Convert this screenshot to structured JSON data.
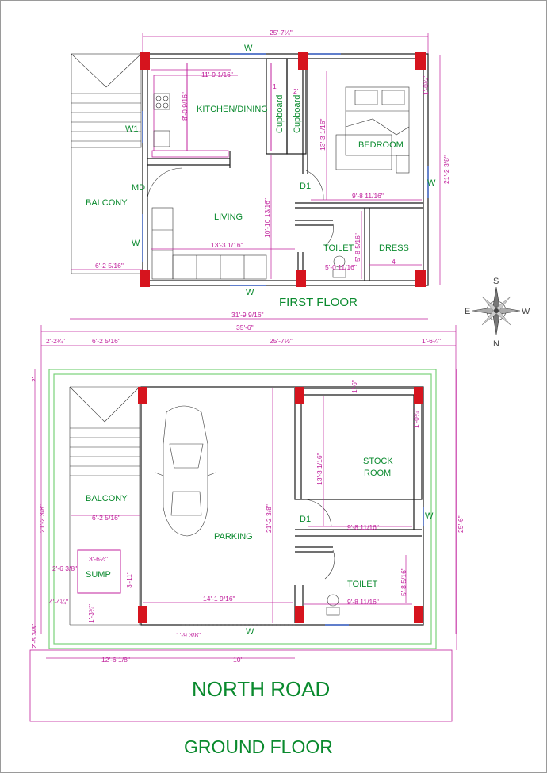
{
  "first_floor": {
    "title": "FIRST FLOOR",
    "rooms": {
      "kitchen": "KITCHEN/DINING",
      "cupboard_1": "Cupboard",
      "cupboard_2": "Cupboard",
      "bedroom": "BEDROOM",
      "balcony": "BALCONY",
      "living": "LIVING",
      "toilet": "TOILET",
      "dress": "DRESS"
    },
    "tags": {
      "w_top": "W",
      "w1": "W1",
      "md": "MD",
      "d1": "D1",
      "w_right": "W",
      "w_left": "W",
      "w_bottom": "W"
    },
    "dims": {
      "overall_width": "25'-7¼\"",
      "kitchen_width": "11'-9 1/16\"",
      "kitchen_depth": "8'-0 9/16\"",
      "one_ft_a": "1'",
      "two_ft": "2'",
      "bedroom_depth": "13'-3 1/16\"",
      "right_top": "1'-0¼\"",
      "right_height": "21'-2 3/8\"",
      "bedroom_width": "9'-8 11/16\"",
      "living_depth": "10'-10 13/16\"",
      "living_width": "13'-3 1/16\"",
      "toilet_depth": "5'-8 5/16\"",
      "toilet_width": "5'-0 11/16\"",
      "dress_width": "4'",
      "balcony_width": "6'-2 5/16\""
    }
  },
  "ground_floor": {
    "title": "GROUND FLOOR",
    "road": "NORTH ROAD",
    "rooms": {
      "balcony": "BALCONY",
      "parking": "PARKING",
      "stock_1": "STOCK",
      "stock_2": "ROOM",
      "toilet": "TOILET",
      "sump": "SUMP"
    },
    "tags": {
      "d1": "D1",
      "w_right": "W",
      "w_bottom": "W"
    },
    "dims": {
      "overall_31": "31'-9 9/16\"",
      "overall_35": "35'-6\"",
      "left_a": "2'-2¼\"",
      "left_b": "6'-2 5/16\"",
      "mid": "25'-7½\"",
      "right_a": "1'-6¼\"",
      "two_ft": "2'",
      "stock_top": "1'-6\"",
      "stock_right": "1'-0¼\"",
      "stock_depth": "13'-3 1/16\"",
      "left_height": "21'-2 3/8\"",
      "mid_height": "21'-2 3/8\"",
      "right_height": "25'-6\"",
      "balcony_width": "6'-2 5/16\"",
      "stock_width": "9'-8 11/16\"",
      "sump_w": "3'-6½\"",
      "sump_d": "3'-11\"",
      "sump_left": "2'-6 3/8\"",
      "left_low": "4'-4¼\"",
      "small": "1'-3¼\"",
      "parking_width": "14'-1 9/16\"",
      "toilet_depth": "5'-8 5/16\"",
      "toilet_width": "9'-8 11/16\"",
      "bottom_left": "2'-5 3/8\"",
      "gate_gap": "1'-9 3/8\"",
      "road_left": "12'-6 1/8\"",
      "road_right": "10'"
    }
  },
  "compass": {
    "n": "N",
    "s": "S",
    "e": "E",
    "w": "W"
  },
  "colors": {
    "room_text": "#0a8a2e",
    "dim_text": "#c0209c",
    "column": "#d6141e",
    "setback": "#7ad17a",
    "window": "#3b63c9"
  }
}
